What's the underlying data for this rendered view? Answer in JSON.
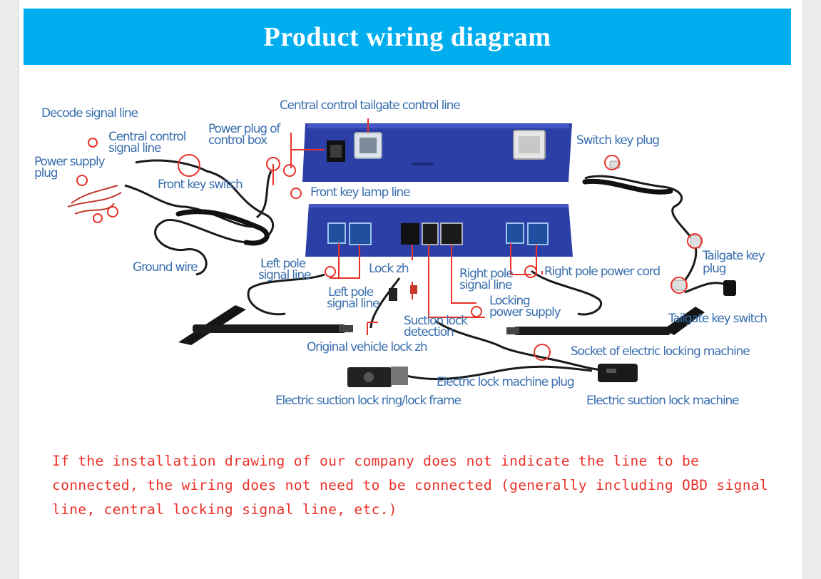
{
  "header": {
    "title": "Product wiring diagram"
  },
  "labels": {
    "decode_signal_line": "Decode signal line",
    "central_control_signal_line_1": "Central control",
    "central_control_signal_line_2": "signal line",
    "power_plug_control_box_1": "Power plug of",
    "power_plug_control_box_2": "control box",
    "central_control_tailgate_control_line": "Central control tailgate control line",
    "switch_key_plug": "Switch key plug",
    "power_supply_plug_1": "Power supply",
    "power_supply_plug_2": "plug",
    "front_key_switch": "Front key switch",
    "front_key_lamp_line": "Front key lamp line",
    "ground_wire": "Ground wire",
    "left_pole_signal_line_a_1": "Left pole",
    "left_pole_signal_line_a_2": "signal line",
    "lock_zh": "Lock zh",
    "right_pole_signal_line_1": "Right pole",
    "right_pole_signal_line_2": "signal line",
    "right_pole_power_cord": "Right pole power cord",
    "tailgate_key_plug_1": "Tailgate key",
    "tailgate_key_plug_2": "plug",
    "left_pole_signal_line_b_1": "Left pole",
    "left_pole_signal_line_b_2": "signal line",
    "locking_power_supply_1": "Locking",
    "locking_power_supply_2": "power supply",
    "suction_lock_detection_1": "Suction lock",
    "suction_lock_detection_2": "detection",
    "tailgate_key_switch": "Tailgate key switch",
    "original_vehicle_lock_zh": "Original vehicle lock zh",
    "socket_electric_locking_machine": "Socket of electric locking machine",
    "electric_lock_machine_plug": "Electric lock machine plug",
    "electric_suction_lock_ring": "Electric suction lock ring/lock frame",
    "electric_suction_lock_machine": "Electric suction lock machine"
  },
  "note": {
    "text": "If the installation drawing of our company does not indicate the line to be connected, the wiring does not need to be connected (generally including OBD signal line, central locking signal line, etc.)"
  },
  "colors": {
    "header_bg": "#00aeef",
    "box_blue": "#2b3fa6",
    "label_blue": "#3a6fae",
    "highlight_red": "#e8322a",
    "note_red": "#e8322a"
  }
}
